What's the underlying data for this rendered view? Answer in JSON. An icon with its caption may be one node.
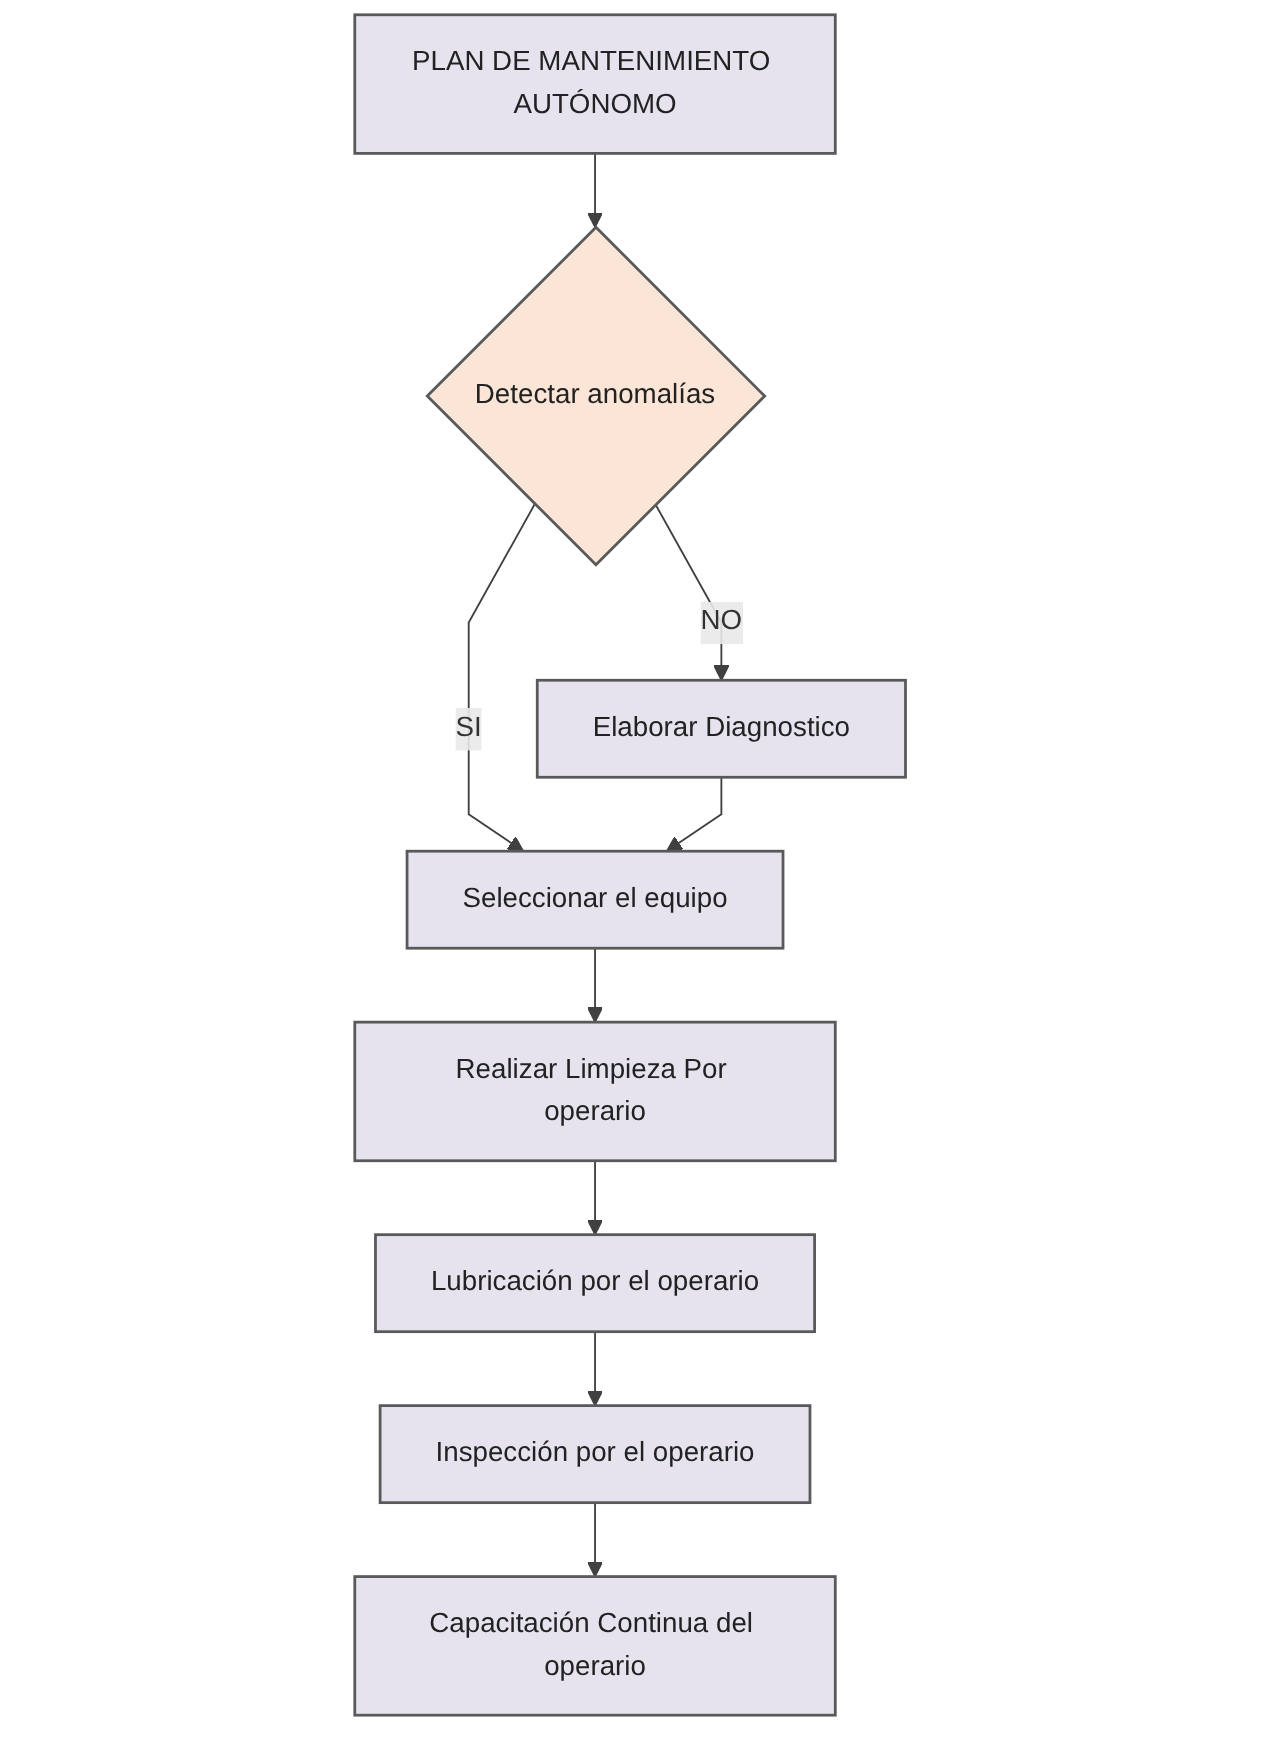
{
  "diagram": {
    "nodes": [
      {
        "text": [
          "PLAN DE MANTENIMIENTO AUTÓNOMO"
        ]
      },
      {
        "text": [
          "Detectar anomalías"
        ]
      },
      {
        "text": [
          "Elaborar Diagnostico"
        ]
      },
      {
        "text": [
          "Seleccionar el equipo"
        ]
      },
      {
        "text": [
          "Realizar Limpieza Por operario"
        ]
      },
      {
        "text": [
          "Lubricación por el operario"
        ]
      },
      {
        "text": [
          "Inspección por el operario"
        ]
      },
      {
        "text": [
          "Capacitación Continua del operario"
        ]
      }
    ],
    "edges": [
      {
        "from": 0,
        "to": 1,
        "arrow": "to"
      },
      {
        "from": 1,
        "to": 2,
        "label": "NO",
        "arrow": "to"
      },
      {
        "from": 1,
        "to": 3,
        "label": "SI",
        "arrow": "to"
      },
      {
        "from": 2,
        "to": 3,
        "arrow": "to"
      },
      {
        "from": 3,
        "to": 4,
        "arrow": "to"
      },
      {
        "from": 4,
        "to": 5,
        "arrow": "to"
      },
      {
        "from": 5,
        "to": 6,
        "arrow": "to"
      },
      {
        "from": 6,
        "to": 7,
        "arrow": "to"
      }
    ]
  }
}
